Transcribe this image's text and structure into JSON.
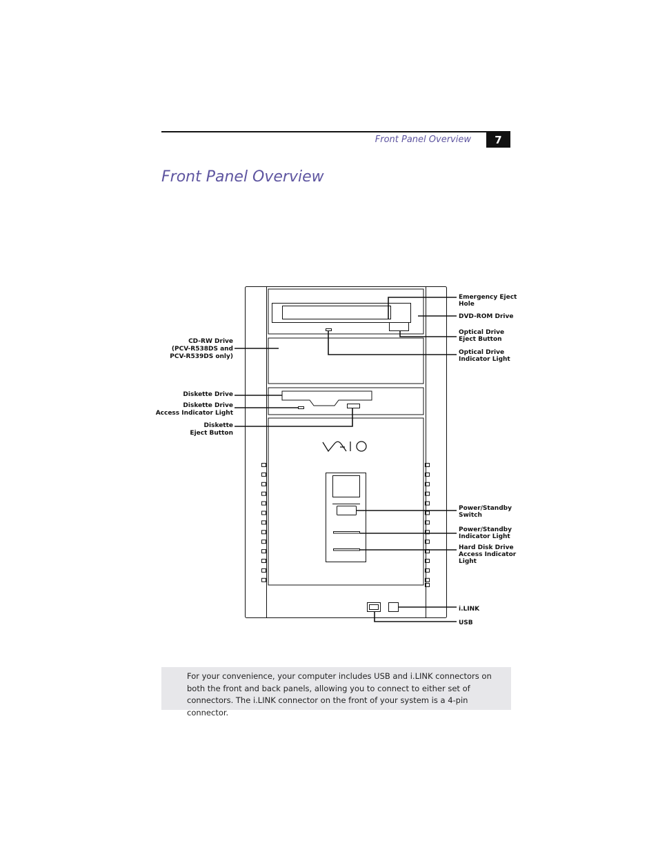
{
  "header": {
    "running_title": "Front Panel Overview",
    "page_number": "7"
  },
  "title": "Front Panel Overview",
  "diagram": {
    "logo": "VAIO",
    "callouts": {
      "emergency_eject_hole": [
        "Emergency Eject",
        "Hole"
      ],
      "dvd_rom_drive": [
        "DVD-ROM Drive"
      ],
      "optical_eject_button": [
        "Optical Drive",
        "Eject Button"
      ],
      "optical_indicator": [
        "Optical Drive",
        "Indicator Light"
      ],
      "cdrw_drive": [
        "CD-RW Drive",
        "(PCV-R538DS and",
        "PCV-R539DS only)"
      ],
      "diskette_drive": [
        "Diskette Drive"
      ],
      "diskette_access_light": [
        "Diskette Drive",
        "Access Indicator Light"
      ],
      "diskette_eject": [
        "Diskette",
        "Eject Button"
      ],
      "power_switch": [
        "Power/Standby",
        "Switch"
      ],
      "power_indicator": [
        "Power/Standby",
        "Indicator Light"
      ],
      "hdd_light": [
        "Hard Disk Drive",
        "Access Indicator",
        "Light"
      ],
      "ilink": [
        "i.LINK"
      ],
      "usb": [
        "USB"
      ]
    }
  },
  "note": "For your convenience, your computer includes USB and i.LINK connectors on both the front and back panels, allowing you to connect to either set of connectors. The i.LINK connector on the front of your system is a 4-pin connector."
}
